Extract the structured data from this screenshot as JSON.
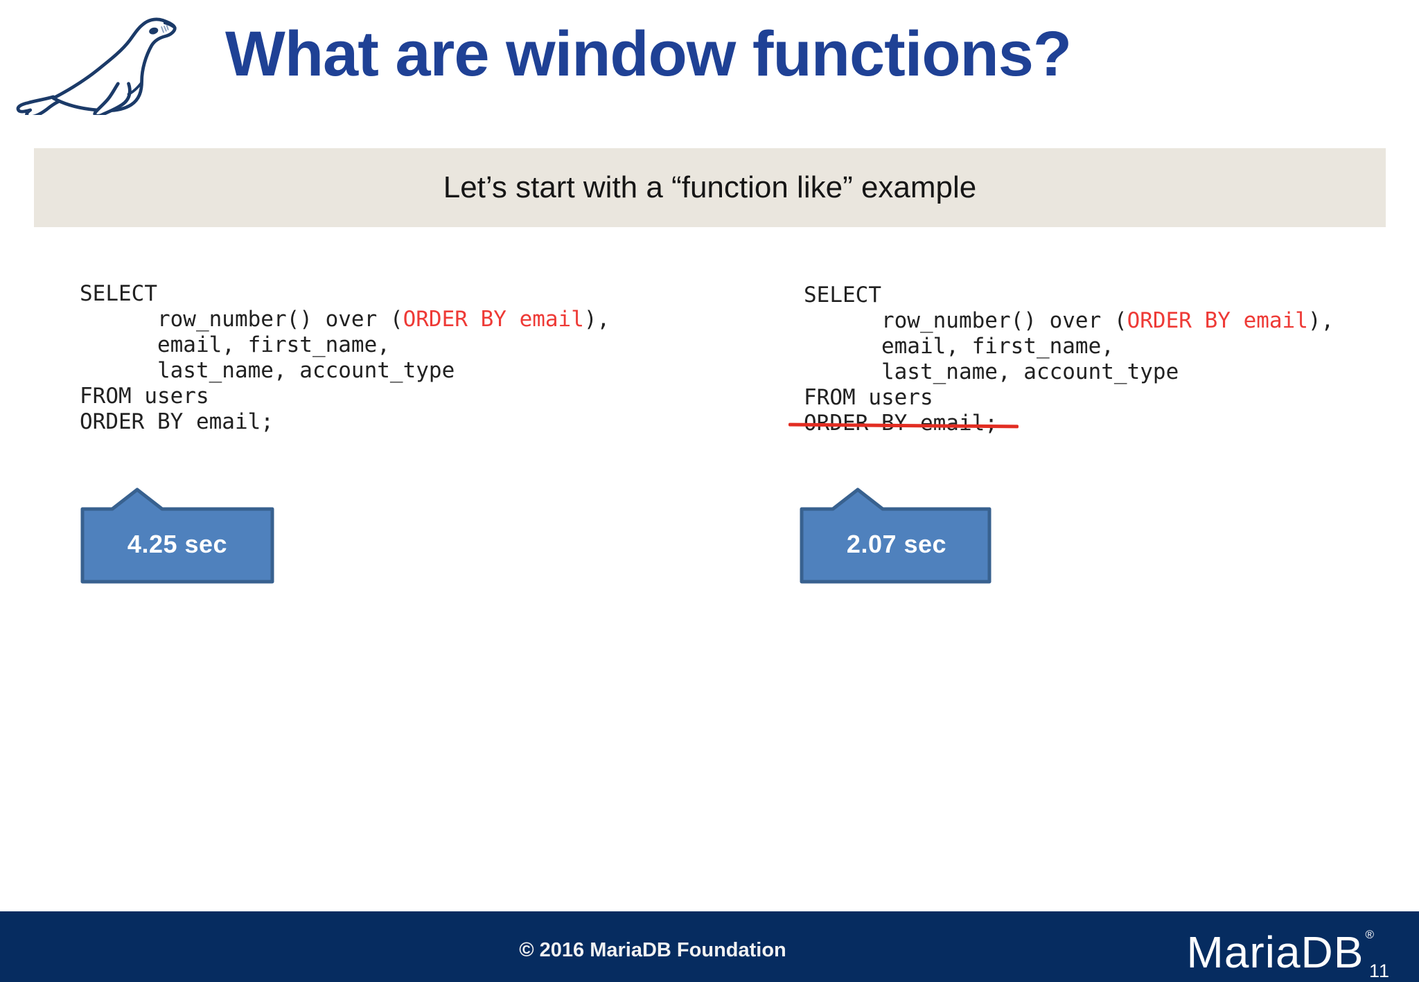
{
  "slide": {
    "title": "What are window functions?",
    "banner": "Let’s start with a “function like” example"
  },
  "code": {
    "line1": "SELECT",
    "line2_prefix": "      row_number() over (",
    "line2_red": "ORDER BY email",
    "line2_suffix": "),",
    "line3": "      email, first_name,",
    "line4": "      last_name, account_type",
    "line5": "FROM users",
    "line6": "ORDER BY email;"
  },
  "callouts": {
    "left": "4.25 sec",
    "right": "2.07 sec"
  },
  "footer": {
    "copyright": "© 2016 MariaDB Foundation",
    "brand": "MariaDB",
    "registered": "®",
    "page_number": "11"
  },
  "colors": {
    "title_blue": "#1f4195",
    "banner_bg": "#eae6de",
    "code_text": "#212121",
    "code_red": "#ee3a36",
    "strike_red": "#e22d22",
    "callout_fill": "#4f81bd",
    "callout_border": "#38618f",
    "footer_bg": "#062c60"
  },
  "icons": {
    "logo": "mariadb-seal-logo"
  }
}
